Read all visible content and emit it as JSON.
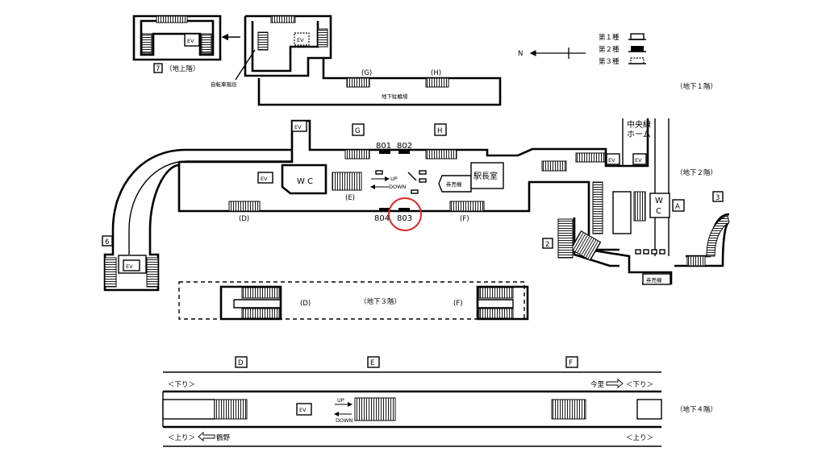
{
  "legend": {
    "type1": "第１種",
    "type2": "第２種",
    "type3": "第３種",
    "north": "N"
  },
  "levels": {
    "b1": "（地下１階）",
    "b2": "（地下２階）",
    "b3": "（地下３階）",
    "b4": "（地下４階）"
  },
  "surface": {
    "exit7_num": "7",
    "exit7_label": "（地上階）",
    "bicycle_stairs": "自転車階段",
    "ev": "EV"
  },
  "b1": {
    "parking": "地下駐輪場",
    "g": "(G)",
    "h": "(H)"
  },
  "b2": {
    "exit_g": "G",
    "exit_h": "H",
    "locker_801": "801",
    "locker_802": "802",
    "locker_803": "803",
    "locker_804": "804",
    "wc": "W C",
    "wc2": "W",
    "wc3": "C",
    "ticket_machine": "券売機",
    "station_master": "駅長室",
    "chuo_line": "中央線",
    "home": "ホーム",
    "exit_a": "A",
    "exit_2": "2",
    "exit_3": "3",
    "exit_6": "6",
    "up": "UP",
    "down": "DOWN",
    "d": "(D)",
    "e": "(E)",
    "f": "(F)",
    "ev": "EV"
  },
  "b3": {
    "d": "(D)",
    "f": "(F)"
  },
  "b4": {
    "d": "D",
    "e": "E",
    "f": "F",
    "kudari_left": "＜下り＞",
    "kudari_right": "＜下り＞",
    "nobori_left": "＜上り＞",
    "nobori_right": "＜上り＞",
    "imazato": "今里",
    "tsuruno": "鶴野",
    "up": "UP",
    "down": "DOWN",
    "ev": "EV"
  }
}
